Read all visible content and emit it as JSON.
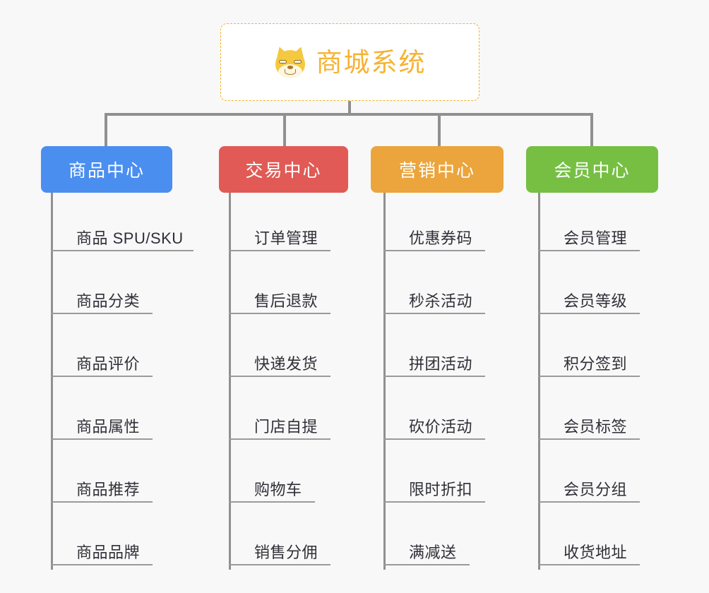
{
  "background_color": "#f8f8f8",
  "root": {
    "title": "商城系统",
    "icon": "shiba-inu-face-icon",
    "text_color": "#f5b335",
    "border_color": "#f0b429",
    "fill_color": "#ffffff"
  },
  "connector_color": "#909090",
  "branches": [
    {
      "label": "商品中心",
      "color": "#4a8ef0",
      "items": [
        "商品 SPU/SKU",
        "商品分类",
        "商品评价",
        "商品属性",
        "商品推荐",
        "商品品牌"
      ]
    },
    {
      "label": "交易中心",
      "color": "#e15a55",
      "items": [
        "订单管理",
        "售后退款",
        "快递发货",
        "门店自提",
        "购物车",
        "销售分佣"
      ]
    },
    {
      "label": "营销中心",
      "color": "#eba53c",
      "items": [
        "优惠券码",
        "秒杀活动",
        "拼团活动",
        "砍价活动",
        "限时折扣",
        "满减送"
      ]
    },
    {
      "label": "会员中心",
      "color": "#76bf43",
      "items": [
        "会员管理",
        "会员等级",
        "积分签到",
        "会员标签",
        "会员分组",
        "收货地址"
      ]
    }
  ]
}
